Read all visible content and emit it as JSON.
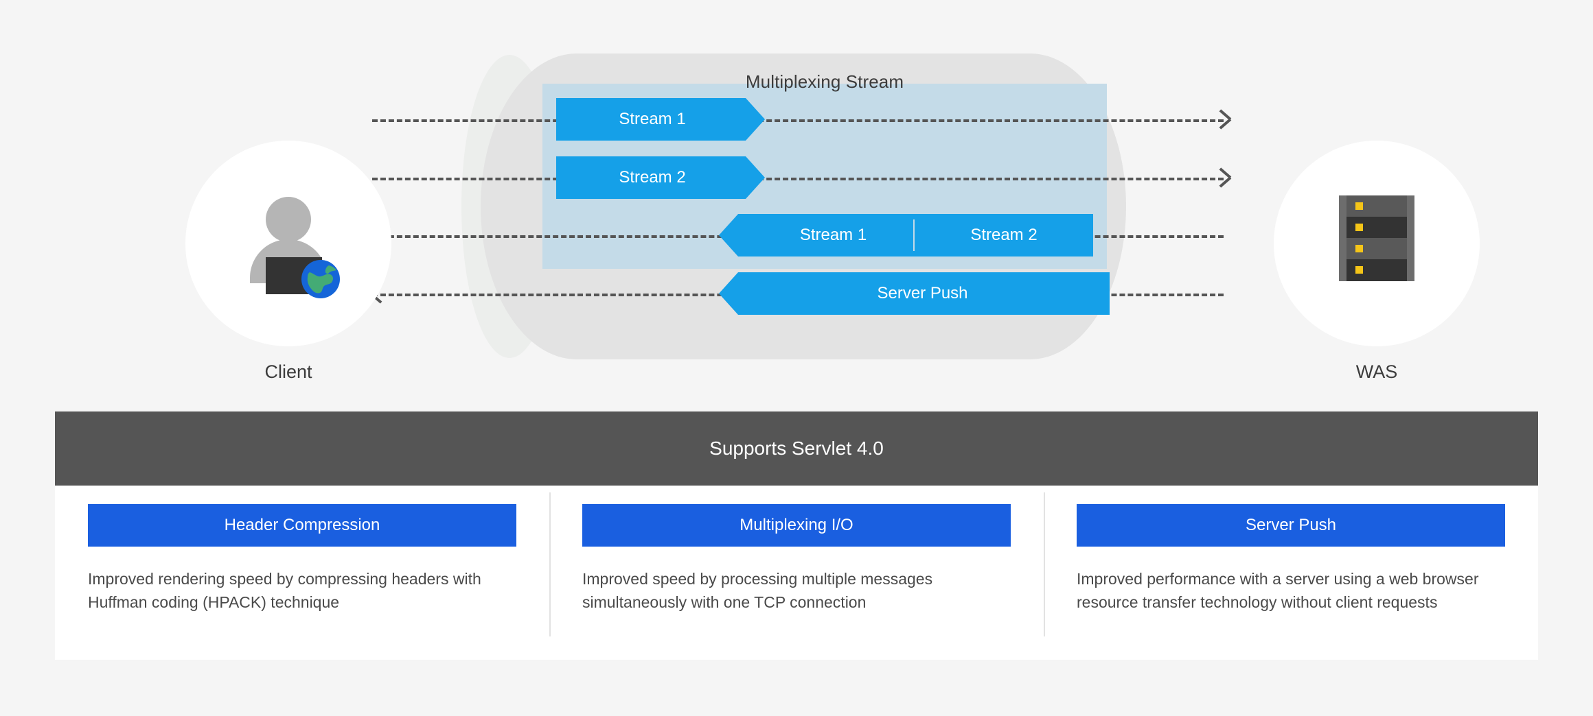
{
  "diagram": {
    "mux_label": "Multiplexing Stream",
    "client": {
      "caption": "Client",
      "icon": "client-person-globe-icon"
    },
    "was": {
      "caption": "WAS",
      "icon": "server-rack-icon"
    },
    "bars": [
      {
        "label": "Stream 1",
        "direction": "right"
      },
      {
        "label": "Stream 2",
        "direction": "right"
      },
      {
        "label": "Stream 1",
        "direction": "left"
      },
      {
        "label": "Stream 2",
        "direction": "left"
      },
      {
        "label": "Server Push",
        "direction": "left"
      }
    ],
    "colors": {
      "bar_blue": "#15a0e8",
      "mux_panel": "#c4dbe8",
      "tunnel": "#e3e3e3",
      "tunnel_cap": "#eceeec",
      "dash": "#555555",
      "background": "#f5f5f5"
    }
  },
  "bottom": {
    "servlet_title": "Supports Servlet 4.0",
    "bar_color": "#555555",
    "card_button_color": "#1a5fe0",
    "cards": [
      {
        "title": "Header Compression",
        "description": "Improved rendering speed by compressing headers with Huffman coding (HPACK) technique"
      },
      {
        "title": "Multiplexing I/O",
        "description": "Improved speed by processing multiple messages simultaneously with one TCP connection"
      },
      {
        "title": "Server Push",
        "description": "Improved performance with a server using a web browser resource transfer technology without client requests"
      }
    ]
  }
}
